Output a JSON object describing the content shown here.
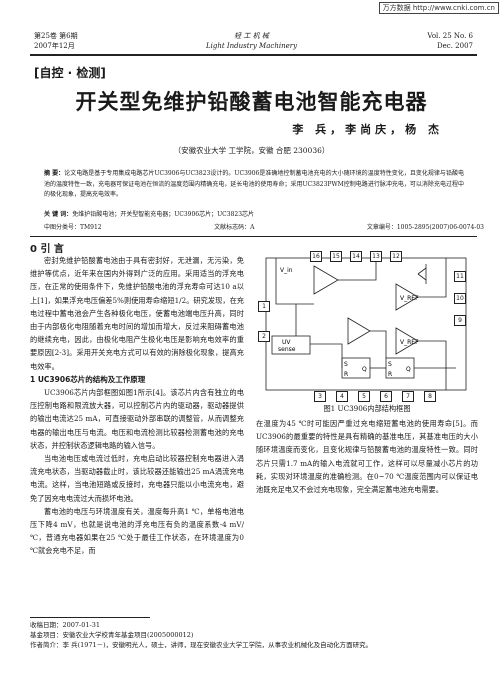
{
  "watermark": "万方数据 http://www.cnki.com.cn",
  "header": {
    "left_line1": "第25卷 第6期",
    "left_line2": "2007年12月",
    "center_line1": "轻 工 机 械",
    "center_line2": "Light Industry Machinery",
    "right_line1": "Vol. 25 No. 6",
    "right_line2": "Dec. 2007"
  },
  "category": "[自控 · 检测]",
  "title": "开关型免维护铅酸蓄电池智能充电器",
  "authors": "李 兵，李尚庆，杨 杰",
  "affiliation": "（安徽农业大学 工学院，安徽 合肥 230036）",
  "abstract_label": "摘 要：",
  "abstract": "论文电路是基于专用集成电路芯片UC3906与UC3823设计的。UC3906是准确地控制蓄电池充电的大小随环境的温度特性变化，且变化规律与铅酸电池的温度特性一致，充电器可保证电池在恒流的温度范围内精确充电，延长电池的使用寿命；采用UC3823PWM控制电路进行脉冲充电，可以消除充电过程中的极化现象，提高充电效率。",
  "keywords_label": "关 键 词：",
  "keywords": "免维护铅酸电池；开关型智能充电器；UC3906芯片；UC3823芯片",
  "cls": {
    "clc": "中图分类号：TM912",
    "doc": "文献标志码：A",
    "article": "文章编号：1005-2895(2007)06-0074-03"
  },
  "section0": "0 引 言",
  "body_left": [
    "密封免维护铅酸蓄电池由于具有密封好，无泄漏，无污染，免维护等优点，近年来在国内外得到广泛的应用。采用适当的浮充电压，在正常的使用条件下，免维护铅酸电池的浮充寿命可达10 a以上[1]，如果浮充电压偏差5%则使用寿命缩短1/2。研究发现，在充电过程中蓄电池会产生各种极化电压，使蓄电池端电压升高，同时由于内部极化电阻随着充电时间的增加而增大，反过来阻碍蓄电池的继续充电，因此，由极化电阻产生极化电压是影响充电效率的重要原因[2-3]。采用开关充电方式可以有效的消除极化现象，提高充电效率。"
  ],
  "subsection1": "1 UC3906芯片的结构及工作原理",
  "body_left2": [
    "UC3906芯片内部框图如图1所示[4]。该芯片内含有独立的电压控制电路和限流放大器，可以控制芯片内的驱动器，驱动器提供的输出电流达25 mA，可直接驱动外部串联的调整管，从而调整充电器的输出电压与电流。电压和电流检测比较器检测蓄电池的充电状态，并控制状态逻辑电路的输入信号。",
    "当电池电压或电流过低时，充电启动比较器控制充电器进入涓流充电状态，当驱动器截止时，该比较器还能输出25 mA涓流充电电流。这样，当电池短路或反接时，充电器只能以小电流充电，避免了因充电电流过大而损坏电池。",
    "蓄电池的电压与环境温度有关，温度每升高1 ℃，单格电池电压下降4 mV，也就是说电池的浮充电压有负的温度系数-4 mV/℃，普通充电器如果在25 ℃处于最佳工作状态，在环境温度为0 ℃就会充电不足，而"
  ],
  "figure_caption": "图1 UC3906内部结构框图",
  "body_right": "在温度为45 ℃时可能因严重过充电缩短蓄电池的使用寿命[5]。而UC3906的最重要的特性是具有精确的基准电压，其基准电压的大小随环境温度而变化，且变化规律与铅酸蓄电池的温度特性一致。同时芯片只需1.7 mA的输入电流就可工作，这样可以尽量减小芯片的功耗，实现对环境温度的准确检测。在0~70 ℃温度范围内可以保证电池既充足电又不会过充电现象，完全满足蓄电池充电需要。",
  "footnotes": {
    "received": "收稿日期：2007-01-31",
    "fund": "基金项目：安徽农业大学校青年基金项目(2005000012)",
    "author": "作者简介：李 兵(1971－)，安徽明光人，硕士，讲师，现在安徽农业大学工学院，从事农业机械化及自动化方面研究。"
  },
  "figure": {
    "pins": [
      "16",
      "15",
      "14",
      "13",
      "12",
      "11",
      "10",
      "9",
      "1",
      "2",
      "3",
      "4",
      "5",
      "6",
      "7",
      "8"
    ],
    "labels": {
      "vin": "V_in",
      "vref": "V_REF",
      "uv": "UV",
      "sense": "sense",
      "r": "R",
      "s": "S",
      "q": "Q"
    }
  }
}
